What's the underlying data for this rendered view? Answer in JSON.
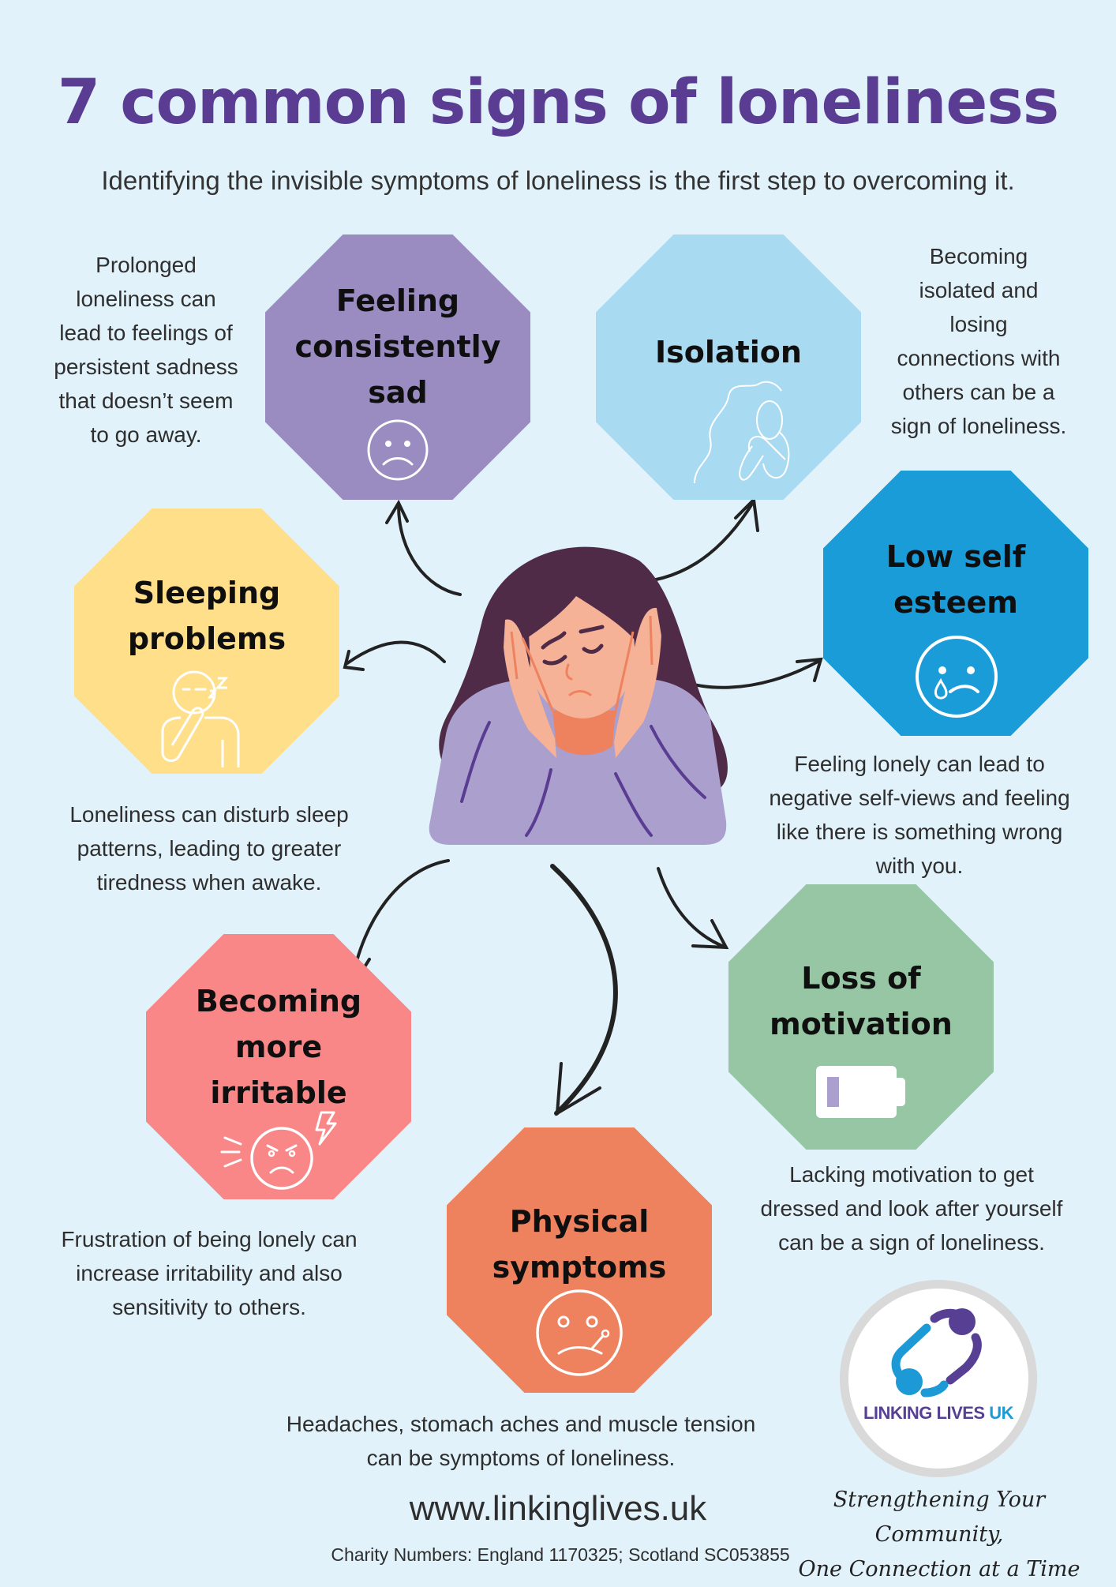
{
  "header": {
    "title": "7 common signs of loneliness",
    "subtitle": "Identifying the invisible symptoms of loneliness is the first step to overcoming it."
  },
  "signs": [
    {
      "id": "sad",
      "label_lines": [
        "Feeling",
        "consistently",
        "sad"
      ],
      "color": "#9a8cc0",
      "icon": "sad-face-icon",
      "description": [
        "Prolonged",
        "loneliness can",
        "lead to feelings of",
        "persistent sadness",
        "that doesn’t seem",
        "to go away."
      ]
    },
    {
      "id": "isolation",
      "label_lines": [
        "Isolation"
      ],
      "color": "#a8daf2",
      "icon": "person-hugging-knees-icon",
      "description": [
        "Becoming",
        "isolated and",
        "losing",
        "connections with",
        "others can be a",
        "sign of loneliness."
      ]
    },
    {
      "id": "esteem",
      "label_lines": [
        "Low self",
        "esteem"
      ],
      "color": "#1a9cd8",
      "icon": "crying-face-icon",
      "description": [
        "Feeling lonely can lead to",
        "negative self-views and feeling",
        "like there is something wrong",
        "with you."
      ]
    },
    {
      "id": "sleeping",
      "label_lines": [
        "Sleeping",
        "problems"
      ],
      "color": "#ffdf8a",
      "icon": "yawning-person-icon",
      "description": [
        "Loneliness can disturb sleep",
        "patterns, leading to greater",
        "tiredness when awake."
      ]
    },
    {
      "id": "irritable",
      "label_lines": [
        "Becoming",
        "more",
        "irritable"
      ],
      "color": "#f98787",
      "icon": "angry-face-icon",
      "description": [
        "Frustration of being lonely can",
        "increase irritability and also",
        "sensitivity to others."
      ]
    },
    {
      "id": "motivation",
      "label_lines": [
        "Loss of",
        "motivation"
      ],
      "color": "#96c6a4",
      "icon": "low-battery-icon",
      "description": [
        "Lacking motivation to get",
        "dressed and look after yourself",
        "can be a sign of loneliness."
      ]
    },
    {
      "id": "physical",
      "label_lines": [
        "Physical",
        "symptoms"
      ],
      "color": "#ee825e",
      "icon": "sick-face-thermometer-icon",
      "description": [
        "Headaches, stomach aches and muscle tension",
        "can be symptoms of loneliness."
      ]
    }
  ],
  "center_illustration": "stressed-woman-holding-face-icon",
  "footer": {
    "url": "www.linkinglives.uk",
    "charity": "Charity Numbers:  England 1170325; Scotland SC053855"
  },
  "logo": {
    "text_primary": "LINKING LIVES",
    "text_accent": "UK",
    "primary_color": "#573f93",
    "accent_color": "#1d9ad6",
    "tagline_lines": [
      "Strengthening Your Community,",
      "One Connection at a Time"
    ]
  },
  "colors": {
    "background": "#e1f2fb",
    "title": "#5a3d92",
    "text": "#2e2e2e",
    "hair": "#4f2b48",
    "sweater": "#aa9fcd",
    "skin": "#f5b296",
    "skin_shadow": "#ee825e",
    "arrow": "#222222"
  }
}
